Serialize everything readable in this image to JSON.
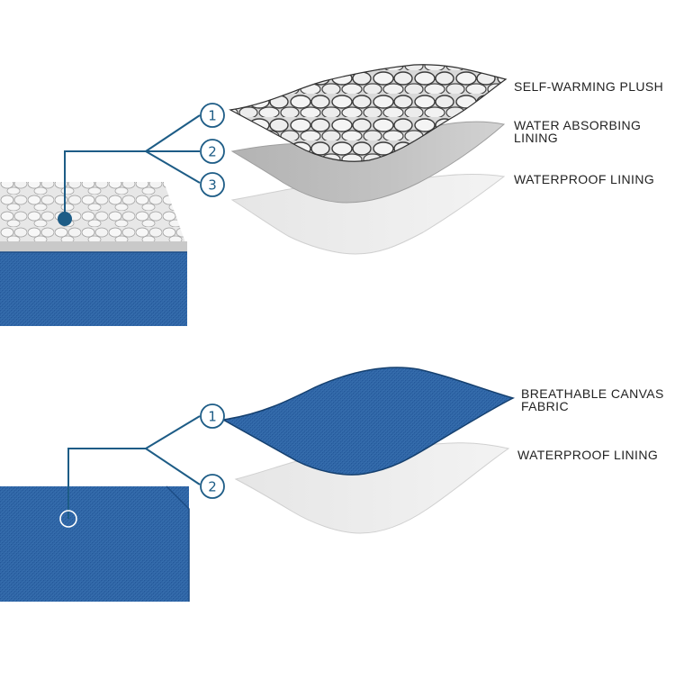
{
  "colors": {
    "canvas_blue": "#2d64a4",
    "canvas_blue_dark": "#1c4d87",
    "callout_line": "#1d5c86",
    "plush_white": "#e6e6e6",
    "lining_gray": "#b8b8b8",
    "waterproof_gray": "#e9e9e9"
  },
  "top_section": {
    "callouts": [
      {
        "number": "1",
        "line1": "SELF-WARMING PLUSH",
        "line2": ""
      },
      {
        "number": "2",
        "line1": "WATER ABSORBING",
        "line2": "LINING"
      },
      {
        "number": "3",
        "line1": "WATERPROOF LINING",
        "line2": ""
      }
    ]
  },
  "bottom_section": {
    "callouts": [
      {
        "number": "1",
        "line1": "BREATHABLE CANVAS",
        "line2": "FABRIC"
      },
      {
        "number": "2",
        "line1": "WATERPROOF LINING",
        "line2": ""
      }
    ]
  }
}
